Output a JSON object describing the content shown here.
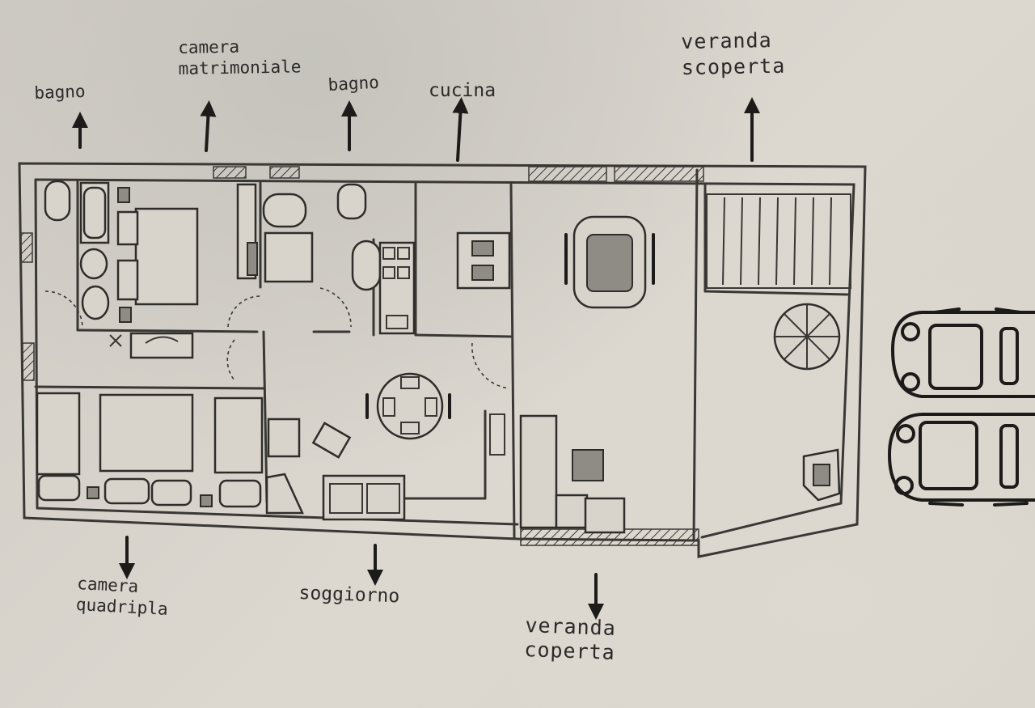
{
  "labels": {
    "bagno_left": "bagno",
    "camera_matrimoniale": "camera\nmatrimoniale",
    "bagno_center": "bagno",
    "cucina": "cucina",
    "veranda_scoperta": "veranda\nscoperta",
    "camera_quadrupla": "camera\nquadripla",
    "soggiorno": "soggiorno",
    "veranda_coperta": "veranda\ncoperta"
  },
  "colors": {
    "paper": "#d3cfc7",
    "pencil": "#2b2a28",
    "ink": "#1c1b19"
  },
  "icons": {
    "arrow": "arrow-icon",
    "car": "car-icon",
    "umbrella": "parasol-icon",
    "table": "dining-table-icon"
  }
}
